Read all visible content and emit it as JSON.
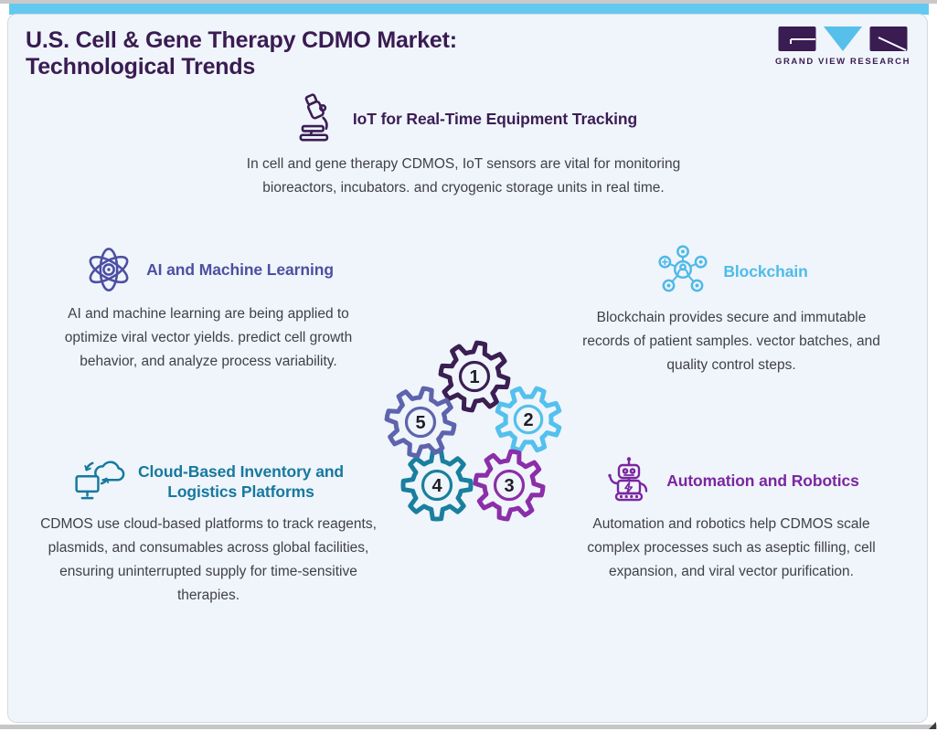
{
  "header": {
    "title_line1": "U.S. Cell & Gene Therapy CDMO Market:",
    "title_line2": "Technological Trends",
    "brand": "GRAND VIEW RESEARCH"
  },
  "colors": {
    "card_background": "#eff5fa",
    "top_bar": "#63c9f1",
    "title_text": "#3a1b52",
    "body_text": "#414049",
    "iot_accent": "#3c1d55",
    "ai_accent": "#4d4fa3",
    "blockchain_accent": "#4fbbea",
    "cloud_accent": "#17789f",
    "automation_accent": "#7b26a1"
  },
  "sections": {
    "iot": {
      "icon": "microscope-icon",
      "title": "IoT for Real-Time Equipment Tracking",
      "body": "In cell and gene therapy CDMOS, IoT sensors are vital for monitoring bioreactors, incubators. and cryogenic storage units in real time."
    },
    "ai": {
      "icon": "atom-icon",
      "title": "AI and Machine Learning",
      "body": "AI and machine learning are being applied to optimize viral vector yields. predict cell growth behavior, and analyze process variability."
    },
    "blockchain": {
      "icon": "network-icon",
      "title": "Blockchain",
      "body": "Blockchain provides secure and immutable records of patient samples. vector batches, and quality control steps."
    },
    "cloud": {
      "icon": "cloud-sync-icon",
      "title_line1": "Cloud-Based Inventory and",
      "title_line2": "Logistics Platforms",
      "body": "CDMOS use cloud-based platforms to track reagents, plasmids, and consumables across global facilities, ensuring uninterrupted supply for time-sensitive therapies."
    },
    "automation": {
      "icon": "robot-icon",
      "title": "Automation and Robotics",
      "body": "Automation and robotics help CDMOS scale complex processes such as aseptic filling, cell expansion, and viral vector purification."
    }
  },
  "gears": [
    {
      "label": "1",
      "color": "#3b1f53"
    },
    {
      "label": "2",
      "color": "#54c0ed"
    },
    {
      "label": "3",
      "color": "#8b2fa8"
    },
    {
      "label": "4",
      "color": "#1a7f9e"
    },
    {
      "label": "5",
      "color": "#5d64ad"
    }
  ]
}
